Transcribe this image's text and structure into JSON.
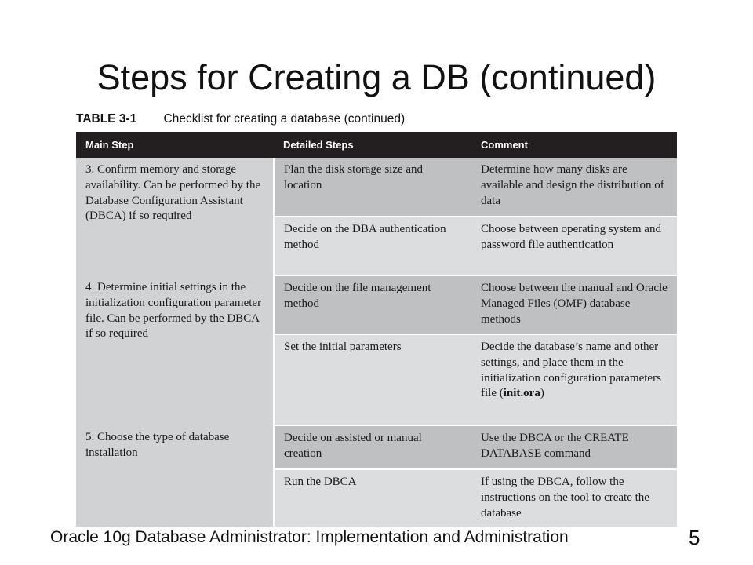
{
  "slide": {
    "title": "Steps for Creating a DB (continued)",
    "footer": "Oracle 10g Database Administrator: Implementation and Administration",
    "page_number": "5"
  },
  "table": {
    "label": "TABLE 3-1",
    "caption": "Checklist for creating a database (continued)",
    "headers": [
      "Main Step",
      "Detailed Steps",
      "Comment"
    ],
    "groups": [
      {
        "main_step": "3. Confirm memory and storage availability. Can be performed by the Database Configuration Assistant (DBCA) if so required",
        "rows": [
          {
            "detail": "Plan the disk storage size and location",
            "comment": "Determine how many disks are available and design the distribution of data"
          },
          {
            "detail": "Decide on the DBA authentication method",
            "comment": "Choose between operating system and password file authentication"
          }
        ]
      },
      {
        "main_step": "4. Determine initial settings in the initialization configuration parameter file. Can be performed by the DBCA if so required",
        "rows": [
          {
            "detail": "Decide on the file management method",
            "comment": "Choose between the manual and Oracle Managed Files (OMF) database methods"
          },
          {
            "detail": "Set the initial parameters",
            "comment": "Decide the database’s name and other settings, and place them in the initialization configuration parameters file",
            "comment_code": "init.ora"
          }
        ]
      },
      {
        "main_step": "5. Choose the type of database installation",
        "rows": [
          {
            "detail": "Decide on assisted or manual creation",
            "comment": "Use the DBCA or the CREATE DATABASE command"
          },
          {
            "detail": "Run the DBCA",
            "comment": "If using the DBCA, follow the instructions on the tool to create the database"
          }
        ]
      }
    ]
  }
}
